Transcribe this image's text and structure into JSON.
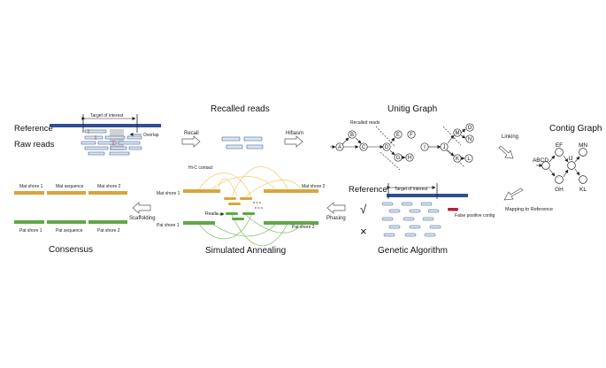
{
  "stages": {
    "reference": "Reference",
    "raw_reads": "Raw reads",
    "target_of_interest": "Target of interest",
    "overlap": "Overlap",
    "recalled_reads": "Recalled reads",
    "recall": "Recall",
    "hifiasm": "Hifiasm",
    "unitig_graph": "Unitig Graph",
    "recalled_reads_small": "Recalled reads",
    "linking": "Linking",
    "contig_graph": "Contig Graph",
    "mapping_to_reference": "Mapping to Reference",
    "reference_ga": "Reference",
    "target_of_interest_ga": "Target of interest",
    "false_positive_contig": "False positive contig",
    "genetic_algorithm": "Genetic Algorithm",
    "check_mark": "√",
    "cross_mark": "×",
    "phasing": "Phasing",
    "hic_contact": "Hi-C contact",
    "mat_shore_1_sa": "Mat shore 1",
    "mat_shore_2_sa": "Mat shore 2",
    "pat_shore_1_sa": "Pat shore 1",
    "pat_shore_2_sa": "Pat shore 2",
    "reads": "Reads",
    "simulated_annealing": "Simulated Annealing",
    "scaffolding": "Scaffolding",
    "mat_shore_1": "Mat shore 1",
    "mat_sequence": "Mat sequence",
    "mat_shore_2": "Mat shore 2",
    "pat_shore_1": "Pat shore 1",
    "pat_sequence": "Pat sequence",
    "pat_shore_2": "Pat shore 2",
    "consensus": "Consensus"
  },
  "unitig_nodes": [
    "A",
    "B",
    "C",
    "D",
    "E",
    "F",
    "G",
    "H",
    "I",
    "J",
    "K",
    "L",
    "M",
    "N",
    "O"
  ],
  "contig_nodes": [
    "ABCD",
    "EF",
    "IJ",
    "MN",
    "GH",
    "KL"
  ],
  "colors": {
    "reference_bar": "#2f4f8f",
    "read_fill": "#dce6f2",
    "read_stroke": "#2f4f8f",
    "mat": "#d9a53a",
    "pat": "#5fa84a",
    "hic_contact": "#f2cf7a",
    "false_positive": "#b3203a",
    "overlap_shade": "#bdbdbd"
  }
}
